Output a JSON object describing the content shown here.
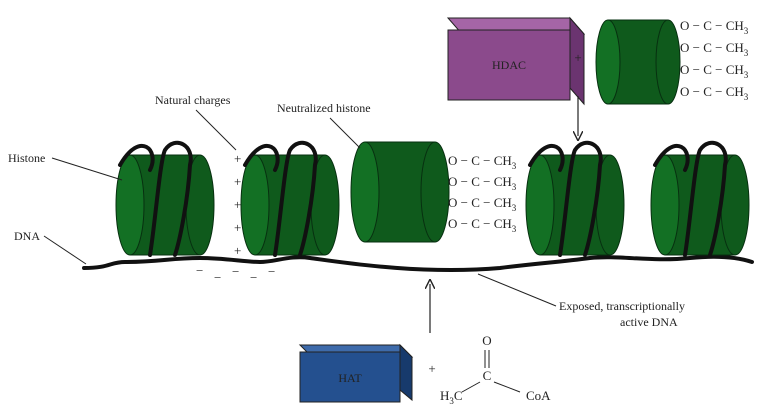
{
  "labels": {
    "histone": "Histone",
    "dna": "DNA",
    "natural_charges": "Natural charges",
    "neutralized_histone": "Neutralized histone",
    "exposed_line1": "Exposed, transcriptionally",
    "exposed_line2": "active DNA"
  },
  "enzymes": {
    "hdac": "HDAC",
    "hat": "HAT"
  },
  "symbols": {
    "plus": "+",
    "minus": "−",
    "acetyl_group": "O − C − CH",
    "acetyl_subscript": "3",
    "coa": "CoA",
    "carbonyl_o": "O",
    "carbonyl_c": "C",
    "h3c_h": "H",
    "h3c_sub": "3",
    "h3c_c": "C"
  },
  "colors": {
    "histone_fill": "#0f5a1c",
    "histone_end": "#137024",
    "dna": "#111111",
    "hdac_front": "#8b4a8c",
    "hdac_top": "#a565a6",
    "hdac_side": "#6b3470",
    "hat_front": "#24508f",
    "hat_top": "#3e6bab",
    "hat_side": "#173a6c"
  }
}
